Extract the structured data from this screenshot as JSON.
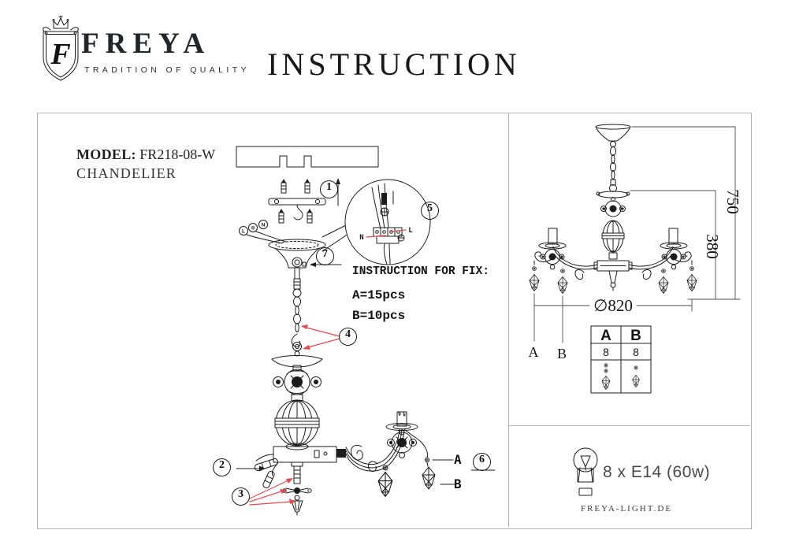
{
  "header": {
    "brand": "FREYA",
    "tagline": "TRADITION OF QUALITY",
    "logo_letter": "F",
    "title": "INSTRUCTION"
  },
  "left_panel": {
    "model_label": "MODEL:",
    "model_value": "FR218-08-W",
    "product_type": "CHANDELIER",
    "fix_title": "INSTRUCTION FOR FIX:",
    "fix_a": "A=15pcs",
    "fix_b": "B=10pcs",
    "callouts": [
      "1",
      "2",
      "3",
      "4",
      "5",
      "6",
      "7"
    ],
    "wire_l": "L",
    "wire_ground": "⊕",
    "wire_n": "N",
    "detail_n": "N",
    "detail_l": "L",
    "part_a": "A",
    "part_b": "B"
  },
  "right_panel": {
    "dim_height_total": "750",
    "dim_height_body": "380",
    "dim_diameter": "∅820",
    "pendant_a": "A",
    "pendant_b": "B",
    "table": {
      "headers": [
        "A",
        "B"
      ],
      "counts": [
        "8",
        "8"
      ]
    },
    "bulb_spec": "8 x E14 (60w)",
    "website": "FREYA-LIGHT.DE"
  },
  "colors": {
    "line": "#1c1c1c",
    "red": "#e8474d",
    "frame": "#b3b3b3"
  }
}
